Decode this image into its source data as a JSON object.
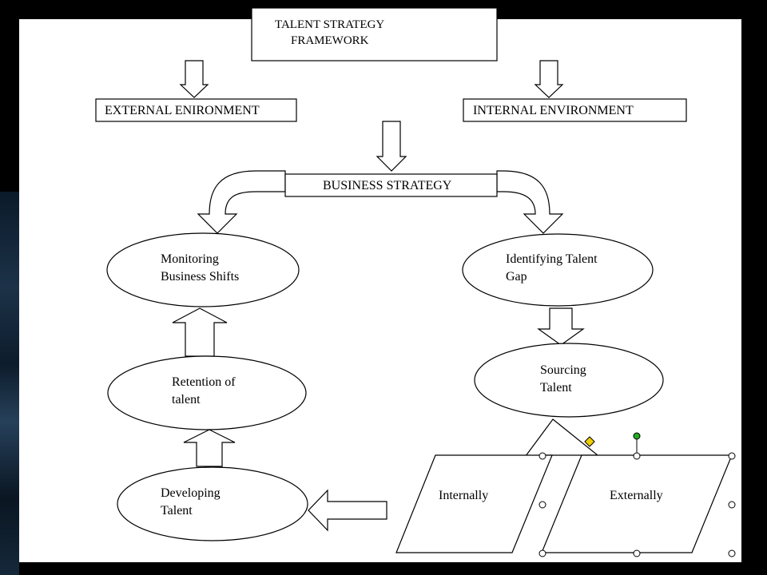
{
  "title": {
    "line1": "TALENT STRATEGY",
    "line2": "FRAMEWORK"
  },
  "boxes": {
    "external": "EXTERNAL ENIRONMENT",
    "internal": "INTERNAL ENVIRONMENT",
    "business": "BUSINESS STRATEGY"
  },
  "ellipses": {
    "monitoring": {
      "line1": "Monitoring",
      "line2": "Business Shifts"
    },
    "identifying": {
      "line1": "Identifying Talent",
      "line2": "Gap"
    },
    "retention": {
      "line1": "Retention of",
      "line2": "talent"
    },
    "sourcing": {
      "line1": "Sourcing",
      "line2": "Talent"
    },
    "developing": {
      "line1": "Developing",
      "line2": "Talent"
    }
  },
  "parallelograms": {
    "internally": "Internally",
    "externally": "Externally"
  },
  "colors": {
    "canvas": "#ffffff",
    "stroke": "#000000",
    "handle": "#ffffff",
    "rotate_handle": "#22aa22",
    "adjust_handle": "#f0d000"
  }
}
